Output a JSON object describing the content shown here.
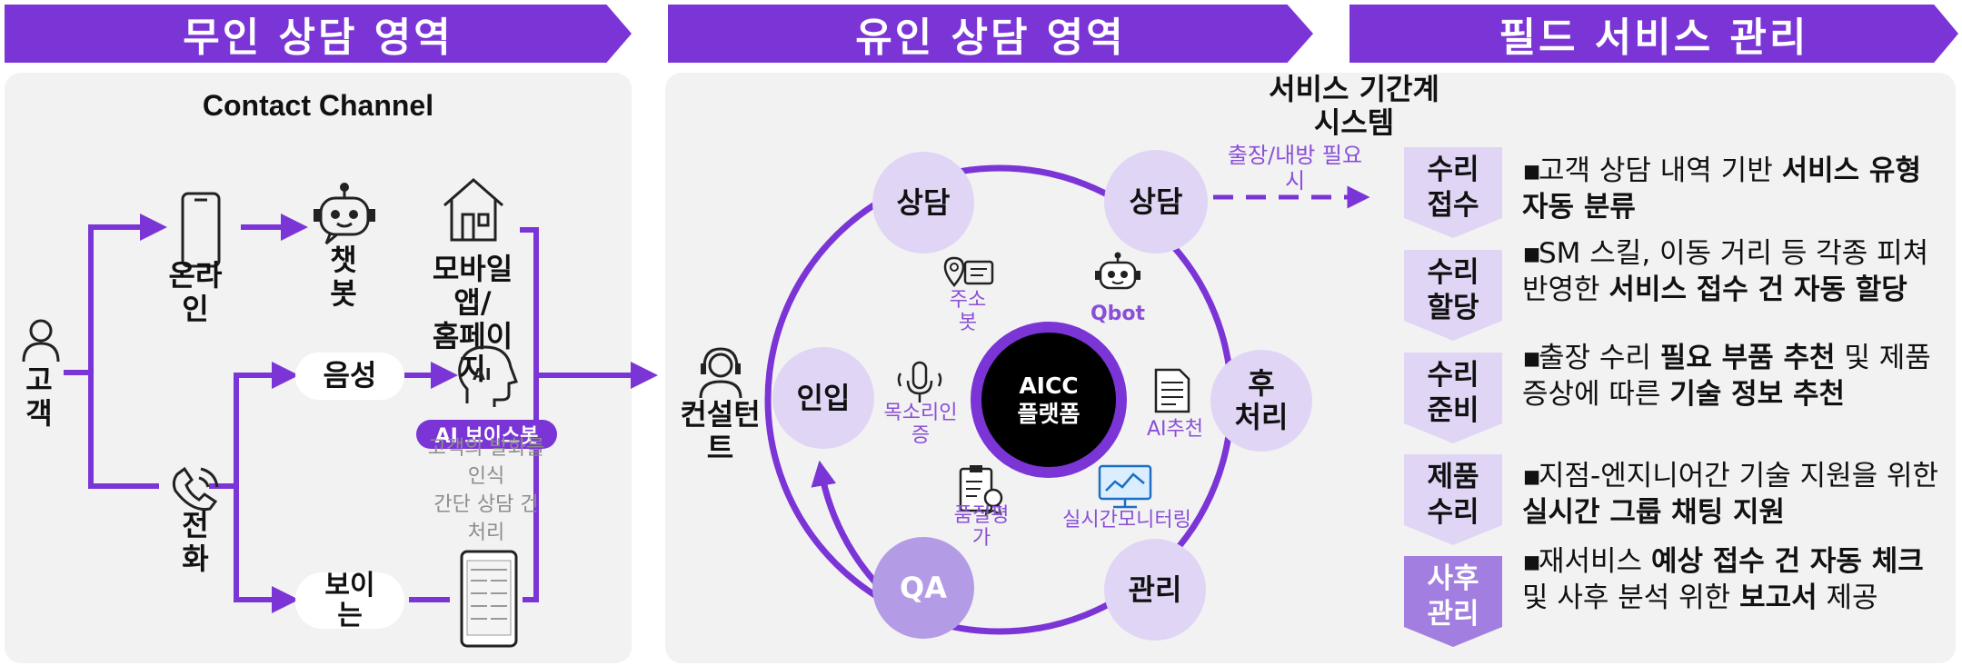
{
  "colors": {
    "accent": "#7b35d6",
    "light_circle": "#e0d5f5",
    "dark_circle": "#b49be6",
    "panel": "#f2f2f2"
  },
  "banners": [
    "무인 상담 영역",
    "유인 상담 영역",
    "필드 서비스 관리"
  ],
  "unmanned": {
    "title": "Contact Channel",
    "customer": "고\n객",
    "online": "온라\n인",
    "phone": "전\n화",
    "chatbot": "챗\n봇",
    "mobile": "모바일\n앱/\n홈페이\n지",
    "voice": "음성",
    "visible": "보이\n는",
    "ai_voicebot": "AI 보이스봇",
    "voicebot_desc": "고객의 발화를\n인식\n간단 상담 건\n처리",
    "icons": [
      "person-icon",
      "smartphone-icon",
      "phone-ring-icon",
      "robot-icon",
      "house-icon",
      "ai-head-icon",
      "tablet-icon"
    ]
  },
  "manned": {
    "consultant": "컨설턴\n트",
    "center": "AICC\n플랫폼",
    "nodes": {
      "consult1": "상담",
      "consult2": "상담",
      "intake": "인입",
      "post": "후\n처리",
      "qa": "QA",
      "manage": "관리"
    },
    "features": {
      "address_bot": "주소\n봇",
      "qbot": "Qbot",
      "voice_auth": "목소리인\n증",
      "ai_reco": "AI추천",
      "quality": "품질평\n가",
      "monitoring": "실시간모니터링"
    },
    "service_system": "서비스 기간계\n시스템",
    "dispatch": "출장/내방 필요\n시"
  },
  "field": {
    "steps": [
      {
        "label": "수리\n접수",
        "desc_html": "고객 상담 내역 기반 <b>서비스 유형 자동 분류</b>"
      },
      {
        "label": "수리\n할당",
        "desc_html": "SM 스킬, 이동 거리 등 각종 피쳐 반영한 <b>서비스 접수 건 자동 할당</b>"
      },
      {
        "label": "수리\n준비",
        "desc_html": "출장 수리 <b>필요 부품 추천</b> 및 제품 증상에 따른 <b>기술 정보 추천</b>"
      },
      {
        "label": "제품\n수리",
        "desc_html": "지점-엔지니어간 기술 지원을 위한 <b>실시간 그룹 채팅 지원</b>"
      },
      {
        "label": "사후\n관리",
        "desc_html": "재서비스 <b>예상 접수 건 자동 체크</b> 및 사후 분석 위한 <b>보고서</b> 제공"
      }
    ],
    "bullet": "▪"
  }
}
